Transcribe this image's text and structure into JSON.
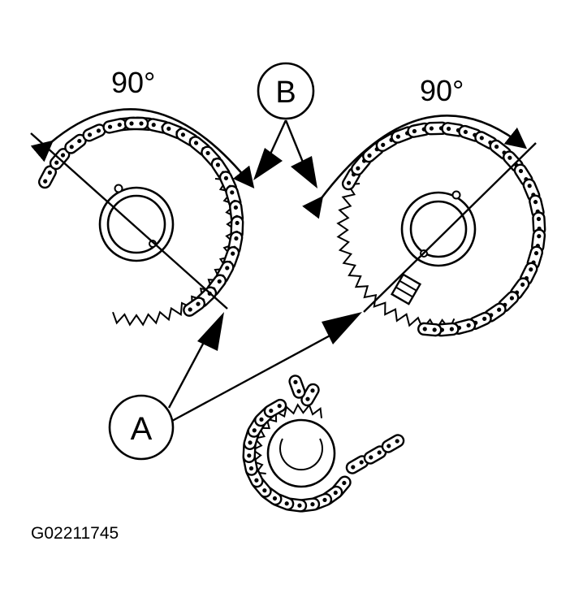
{
  "labels": {
    "angle_left": "90°",
    "angle_right": "90°",
    "callout_a": "A",
    "callout_b": "B"
  },
  "figure_id": "G02211745",
  "colors": {
    "ink": "#000000",
    "paper": "#ffffff"
  },
  "parts": [
    "left-camshaft-sprocket",
    "right-camshaft-sprocket",
    "crankshaft-sprocket",
    "left-timing-chain",
    "right-timing-chain",
    "crankshaft-timing-chain"
  ]
}
